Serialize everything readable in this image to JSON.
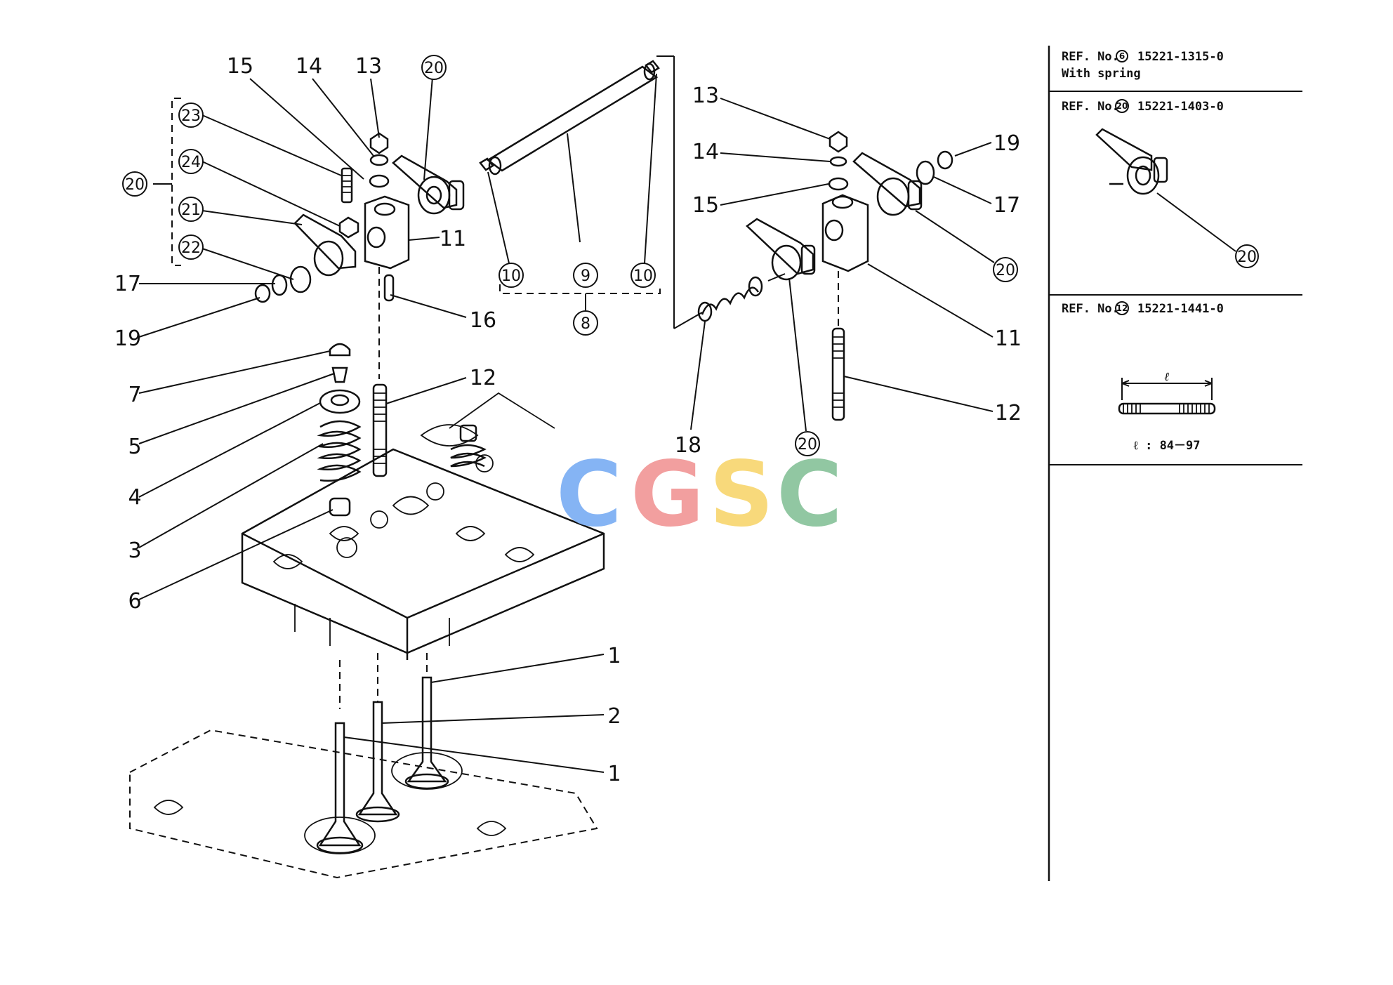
{
  "left_assembly": {
    "labels": {
      "l15": "15",
      "l14": "14",
      "l13": "13",
      "l17": "17",
      "l19": "19",
      "l7": "7",
      "l5": "5",
      "l4": "4",
      "l3": "3",
      "l6": "6",
      "l11": "11",
      "l16": "16",
      "l12": "12",
      "l1a": "1",
      "l2": "2",
      "l1b": "1"
    },
    "circled": {
      "c20top": "20",
      "c23": "23",
      "c24": "24",
      "c20grp": "20",
      "c21": "21",
      "c22": "22"
    }
  },
  "shaft_group": {
    "circled": {
      "c10a": "10",
      "c9": "9",
      "c10b": "10",
      "c8": "8"
    }
  },
  "right_assembly": {
    "labels": {
      "l13": "13",
      "l14": "14",
      "l15": "15",
      "l19": "19",
      "l17": "17",
      "l11": "11",
      "l12": "12",
      "l18": "18"
    },
    "circled": {
      "c20a": "20",
      "c20b": "20"
    }
  },
  "ref_panel": {
    "ref1": {
      "prefix": "REF. No.",
      "num": "6",
      "part": "15221-1315-0",
      "note": "With spring"
    },
    "ref2": {
      "prefix": "REF. No.",
      "num": "20",
      "part": "15221-1403-0",
      "callout": "20"
    },
    "ref3": {
      "prefix": "REF. No.",
      "num": "12",
      "part": "15221-1441-0",
      "dim_symbol": "ℓ",
      "dim_text": "ℓ : 84－97"
    }
  },
  "watermark": {
    "letters": [
      "C",
      "G",
      "S",
      "C"
    ],
    "colors": [
      "#7fb0f4",
      "#f29a9a",
      "#f8d874",
      "#8cc59e"
    ]
  }
}
